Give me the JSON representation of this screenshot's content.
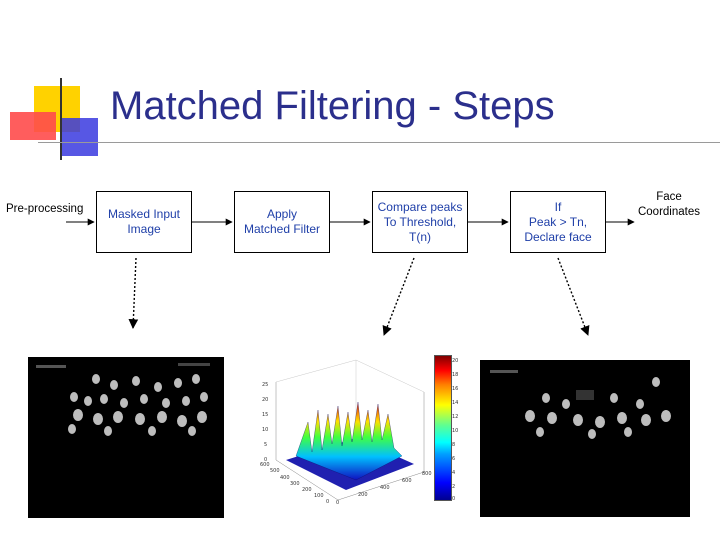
{
  "slide": {
    "title": "Matched Filtering - Steps"
  },
  "flow": {
    "input_label": "Pre-processing",
    "output_label": "Face\nCoordinates",
    "steps": [
      {
        "label": "Masked Input\nImage"
      },
      {
        "label": "Apply\nMatched Filter"
      },
      {
        "label": "Compare peaks\nTo Threshold,\nT(n)"
      },
      {
        "label": "If\nPeak > Tn,\nDeclare face"
      }
    ]
  },
  "colors": {
    "title": "#2b2f8c",
    "box_text": "#1f3fa8",
    "deco_yellow": "#ffd200",
    "deco_red": "#ff4b4b",
    "deco_blue": "#3a3adf"
  },
  "surface_plot": {
    "z_ticks": [
      "25",
      "20",
      "15",
      "10",
      "5",
      "0"
    ],
    "x_ticks": [
      "0",
      "200",
      "400",
      "600",
      "800"
    ],
    "y_ticks": [
      "0",
      "100",
      "200",
      "300",
      "400",
      "500",
      "600"
    ],
    "colorbar_ticks": [
      "20",
      "18",
      "16",
      "14",
      "12",
      "10",
      "8",
      "6",
      "4",
      "2",
      "0"
    ]
  }
}
